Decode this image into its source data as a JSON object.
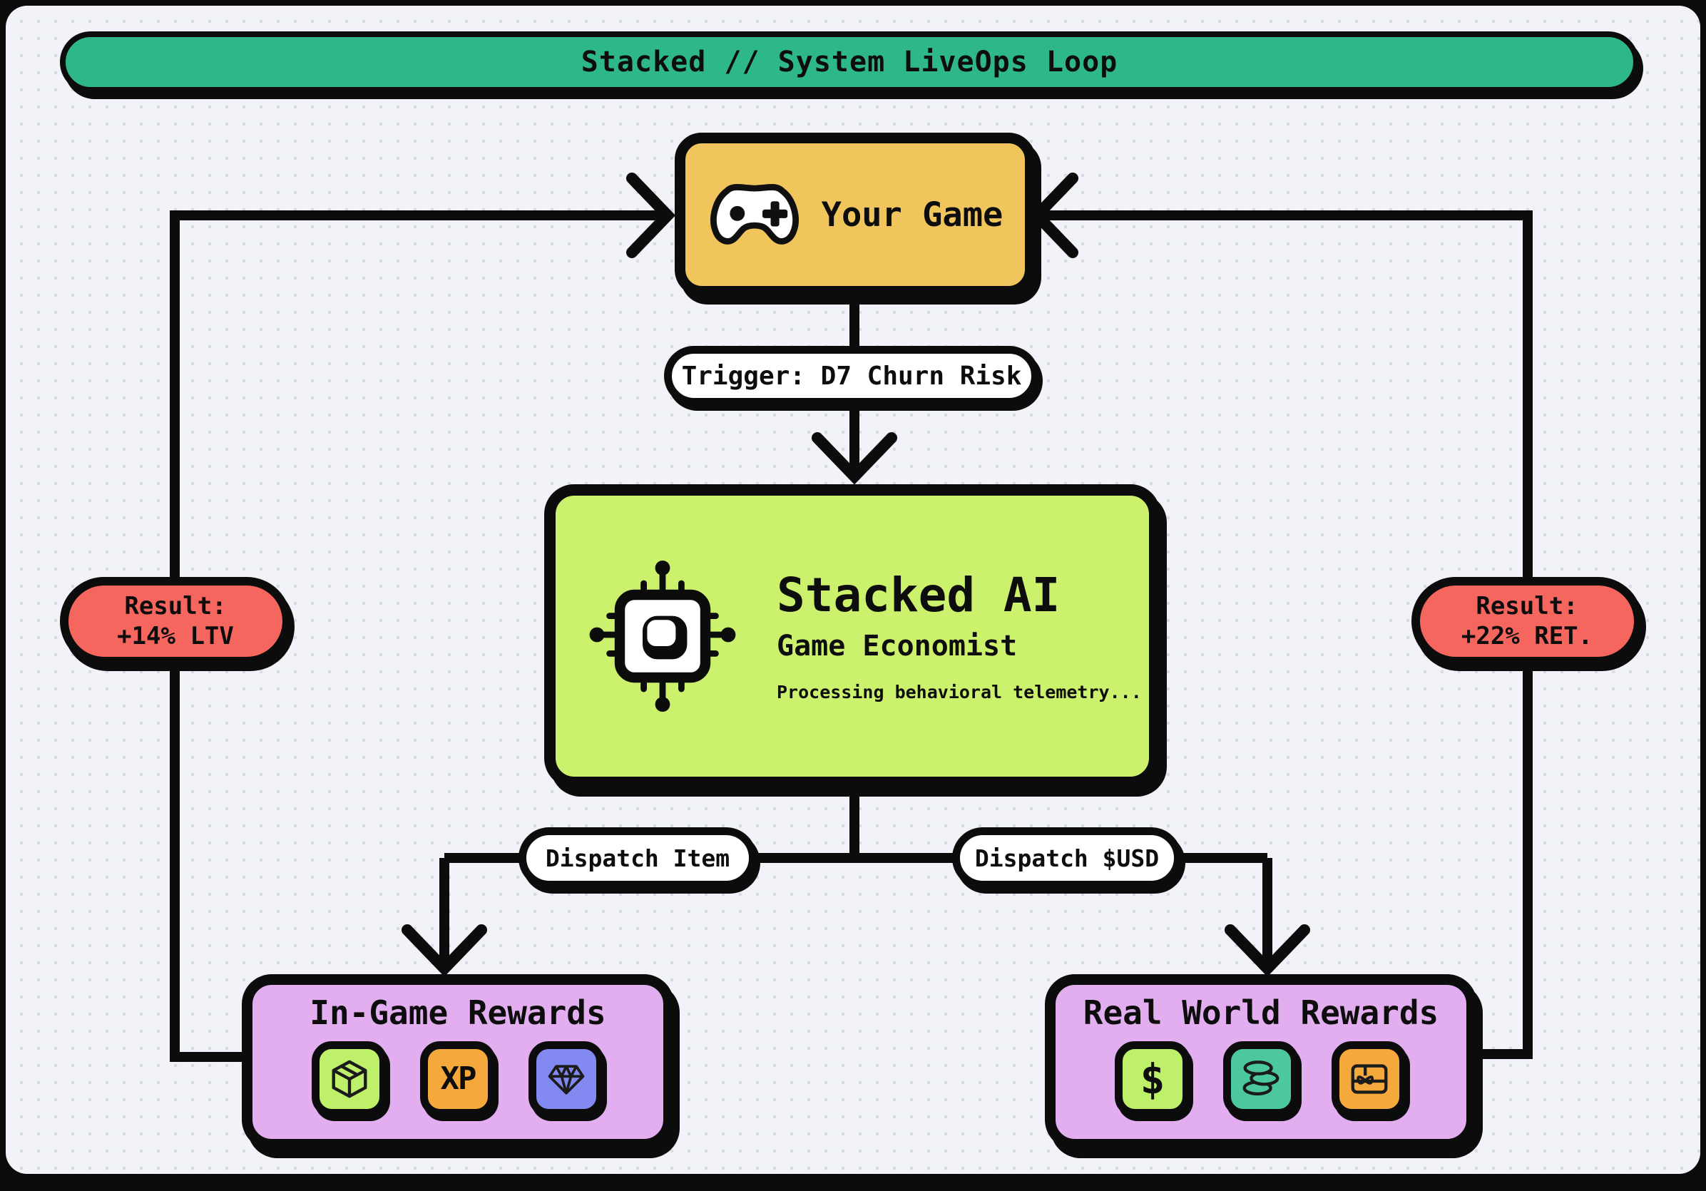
{
  "header": {
    "title": "Stacked // System LiveOps Loop"
  },
  "your_game": {
    "label": "Your Game",
    "icon": "gamepad-icon"
  },
  "trigger_pill": {
    "label": "Trigger: D7 Churn Risk"
  },
  "stacked_ai": {
    "title": "Stacked AI",
    "subtitle": "Game Economist",
    "status": "Processing behavioral telemetry...",
    "icon": "chip-icon"
  },
  "dispatch_left": {
    "label": "Dispatch Item"
  },
  "dispatch_right": {
    "label": "Dispatch $USD"
  },
  "in_game_rewards": {
    "title": "In-Game Rewards",
    "tiles": [
      {
        "icon": "package-icon"
      },
      {
        "icon": "xp-badge",
        "label": "XP"
      },
      {
        "icon": "gem-icon"
      }
    ]
  },
  "real_world_rewards": {
    "title": "Real World Rewards",
    "tiles": [
      {
        "icon": "dollar-icon",
        "label": "$"
      },
      {
        "icon": "coins-icon"
      },
      {
        "icon": "gift-card-icon"
      }
    ]
  },
  "result_left": {
    "label1": "Result:",
    "label2": "+14% LTV"
  },
  "result_right": {
    "label1": "Result:",
    "label2": "+22% RET."
  },
  "colors": {
    "header_green": "#2EB788",
    "game_yellow": "#F0C55C",
    "ai_lime": "#CCF16C",
    "rewards_purple": "#E2AEF0",
    "result_red": "#F5665F",
    "tile_lime": "#BFF06A",
    "tile_orange": "#F5A83C",
    "tile_periwinkle": "#8289F0",
    "tile_teal": "#4BC89E",
    "ink": "#0C0C0C",
    "canvas_bg": "#F1F3F8"
  }
}
